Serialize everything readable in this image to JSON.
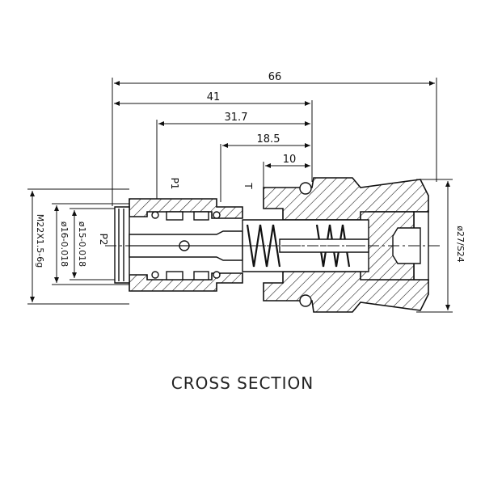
{
  "dimensions": {
    "overall_length": "66",
    "to_groove": "41",
    "to_port_p1": "31.7",
    "to_seat": "18.5",
    "seat_width": "10"
  },
  "side_labels": {
    "thread": "M22X1.5-6g",
    "diameter_16": "ø16-0.018",
    "diameter_15": "ø15-0.018",
    "hex_size": "ø27/S24"
  },
  "ports": {
    "p1": "P1",
    "p2": "P2",
    "t": "T"
  },
  "caption": "CROSS SECTION"
}
